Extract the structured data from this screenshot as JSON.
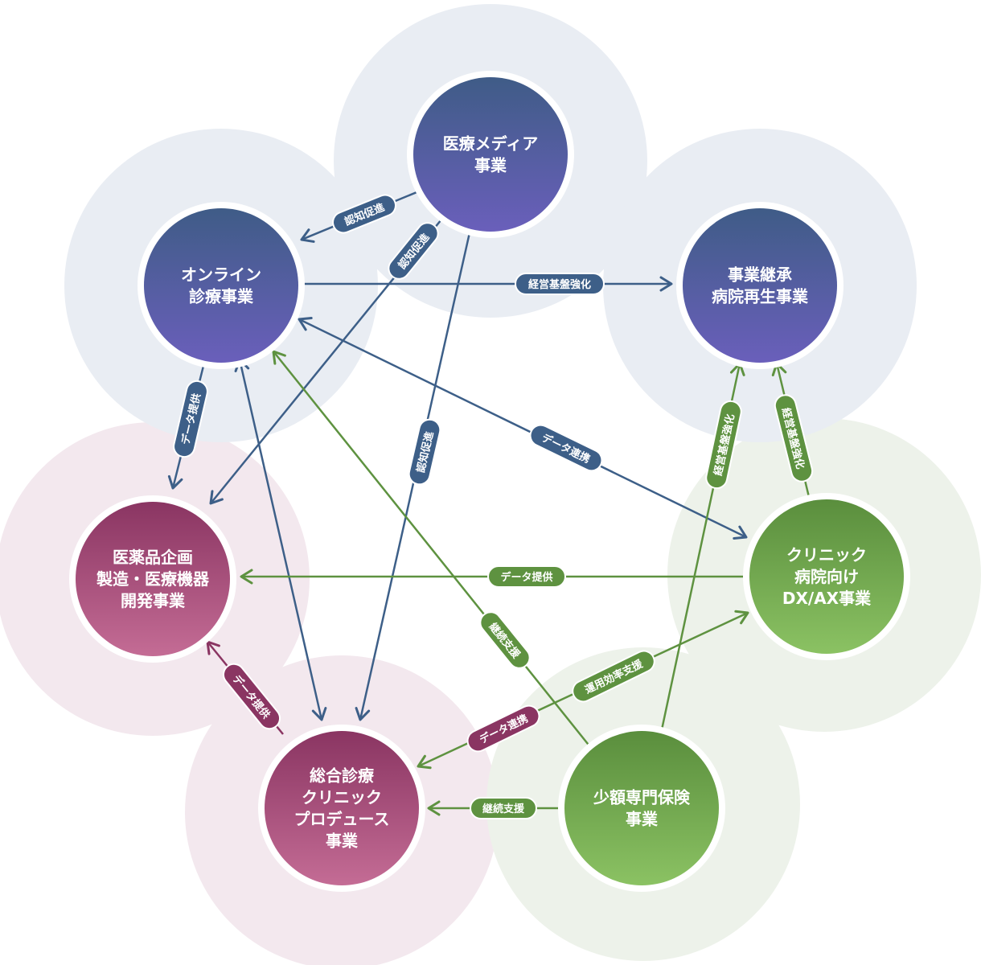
{
  "colors": {
    "blue": "#3F5C87",
    "blue_arrow": "#3D5F88",
    "purple": "#6A5FB5",
    "green": "#5E9240",
    "green_light": "#85BB5C",
    "crimson": "#8A3562",
    "pink": "#C06A92",
    "bg_blue": "#E9EDF3",
    "bg_pink": "#F3E8EE",
    "bg_green": "#EDF2EA"
  },
  "nodes": {
    "media": {
      "lines": [
        "医療メディア",
        "事業"
      ]
    },
    "online": {
      "lines": [
        "オンライン",
        "診療事業"
      ]
    },
    "succession": {
      "lines": [
        "事業継承",
        "病院再生事業"
      ]
    },
    "pharma": {
      "lines": [
        "医薬品企画",
        "製造・医療機器",
        "開発事業"
      ]
    },
    "dx": {
      "lines": [
        "クリニック",
        "病院向け",
        "DX/AX事業"
      ]
    },
    "clinic": {
      "lines": [
        "総合診療",
        "クリニック",
        "プロデュース",
        "事業"
      ]
    },
    "insurance": {
      "lines": [
        "少額専門保険",
        "事業"
      ]
    }
  },
  "edges": [
    {
      "label": "認知促進"
    },
    {
      "label": "認知促進"
    },
    {
      "label": "認知促進"
    },
    {
      "label": "経営基盤強化"
    },
    {
      "label": "データ提供"
    },
    {
      "label": "データ連携"
    },
    {
      "label": "データ提供"
    },
    {
      "label": "データ提供"
    },
    {
      "label": "経営基盤強化"
    },
    {
      "label": "経営基盤強化"
    },
    {
      "label": "継続支援"
    },
    {
      "label": "運用効率支援"
    },
    {
      "label": "データ連携"
    },
    {
      "label": "継続支援"
    }
  ]
}
